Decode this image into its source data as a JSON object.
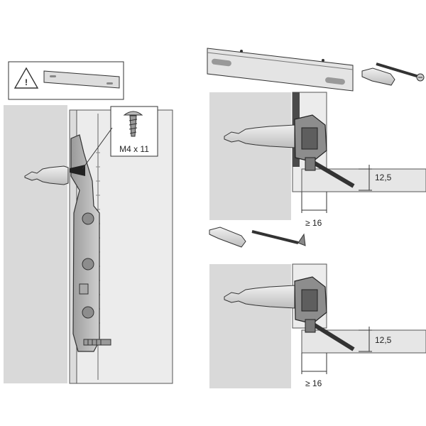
{
  "screw_spec_label": "M4 x 11",
  "warning_symbol": "!",
  "dimensions": {
    "top": {
      "height": "12,5",
      "min_width": "≥ 16"
    },
    "bottom": {
      "height": "12,5",
      "min_width": "≥ 16"
    }
  },
  "colors": {
    "wall": "#d9d9d9",
    "cabinet_side": "#ececec",
    "metal": "#c8c8c8",
    "line": "#333333"
  }
}
